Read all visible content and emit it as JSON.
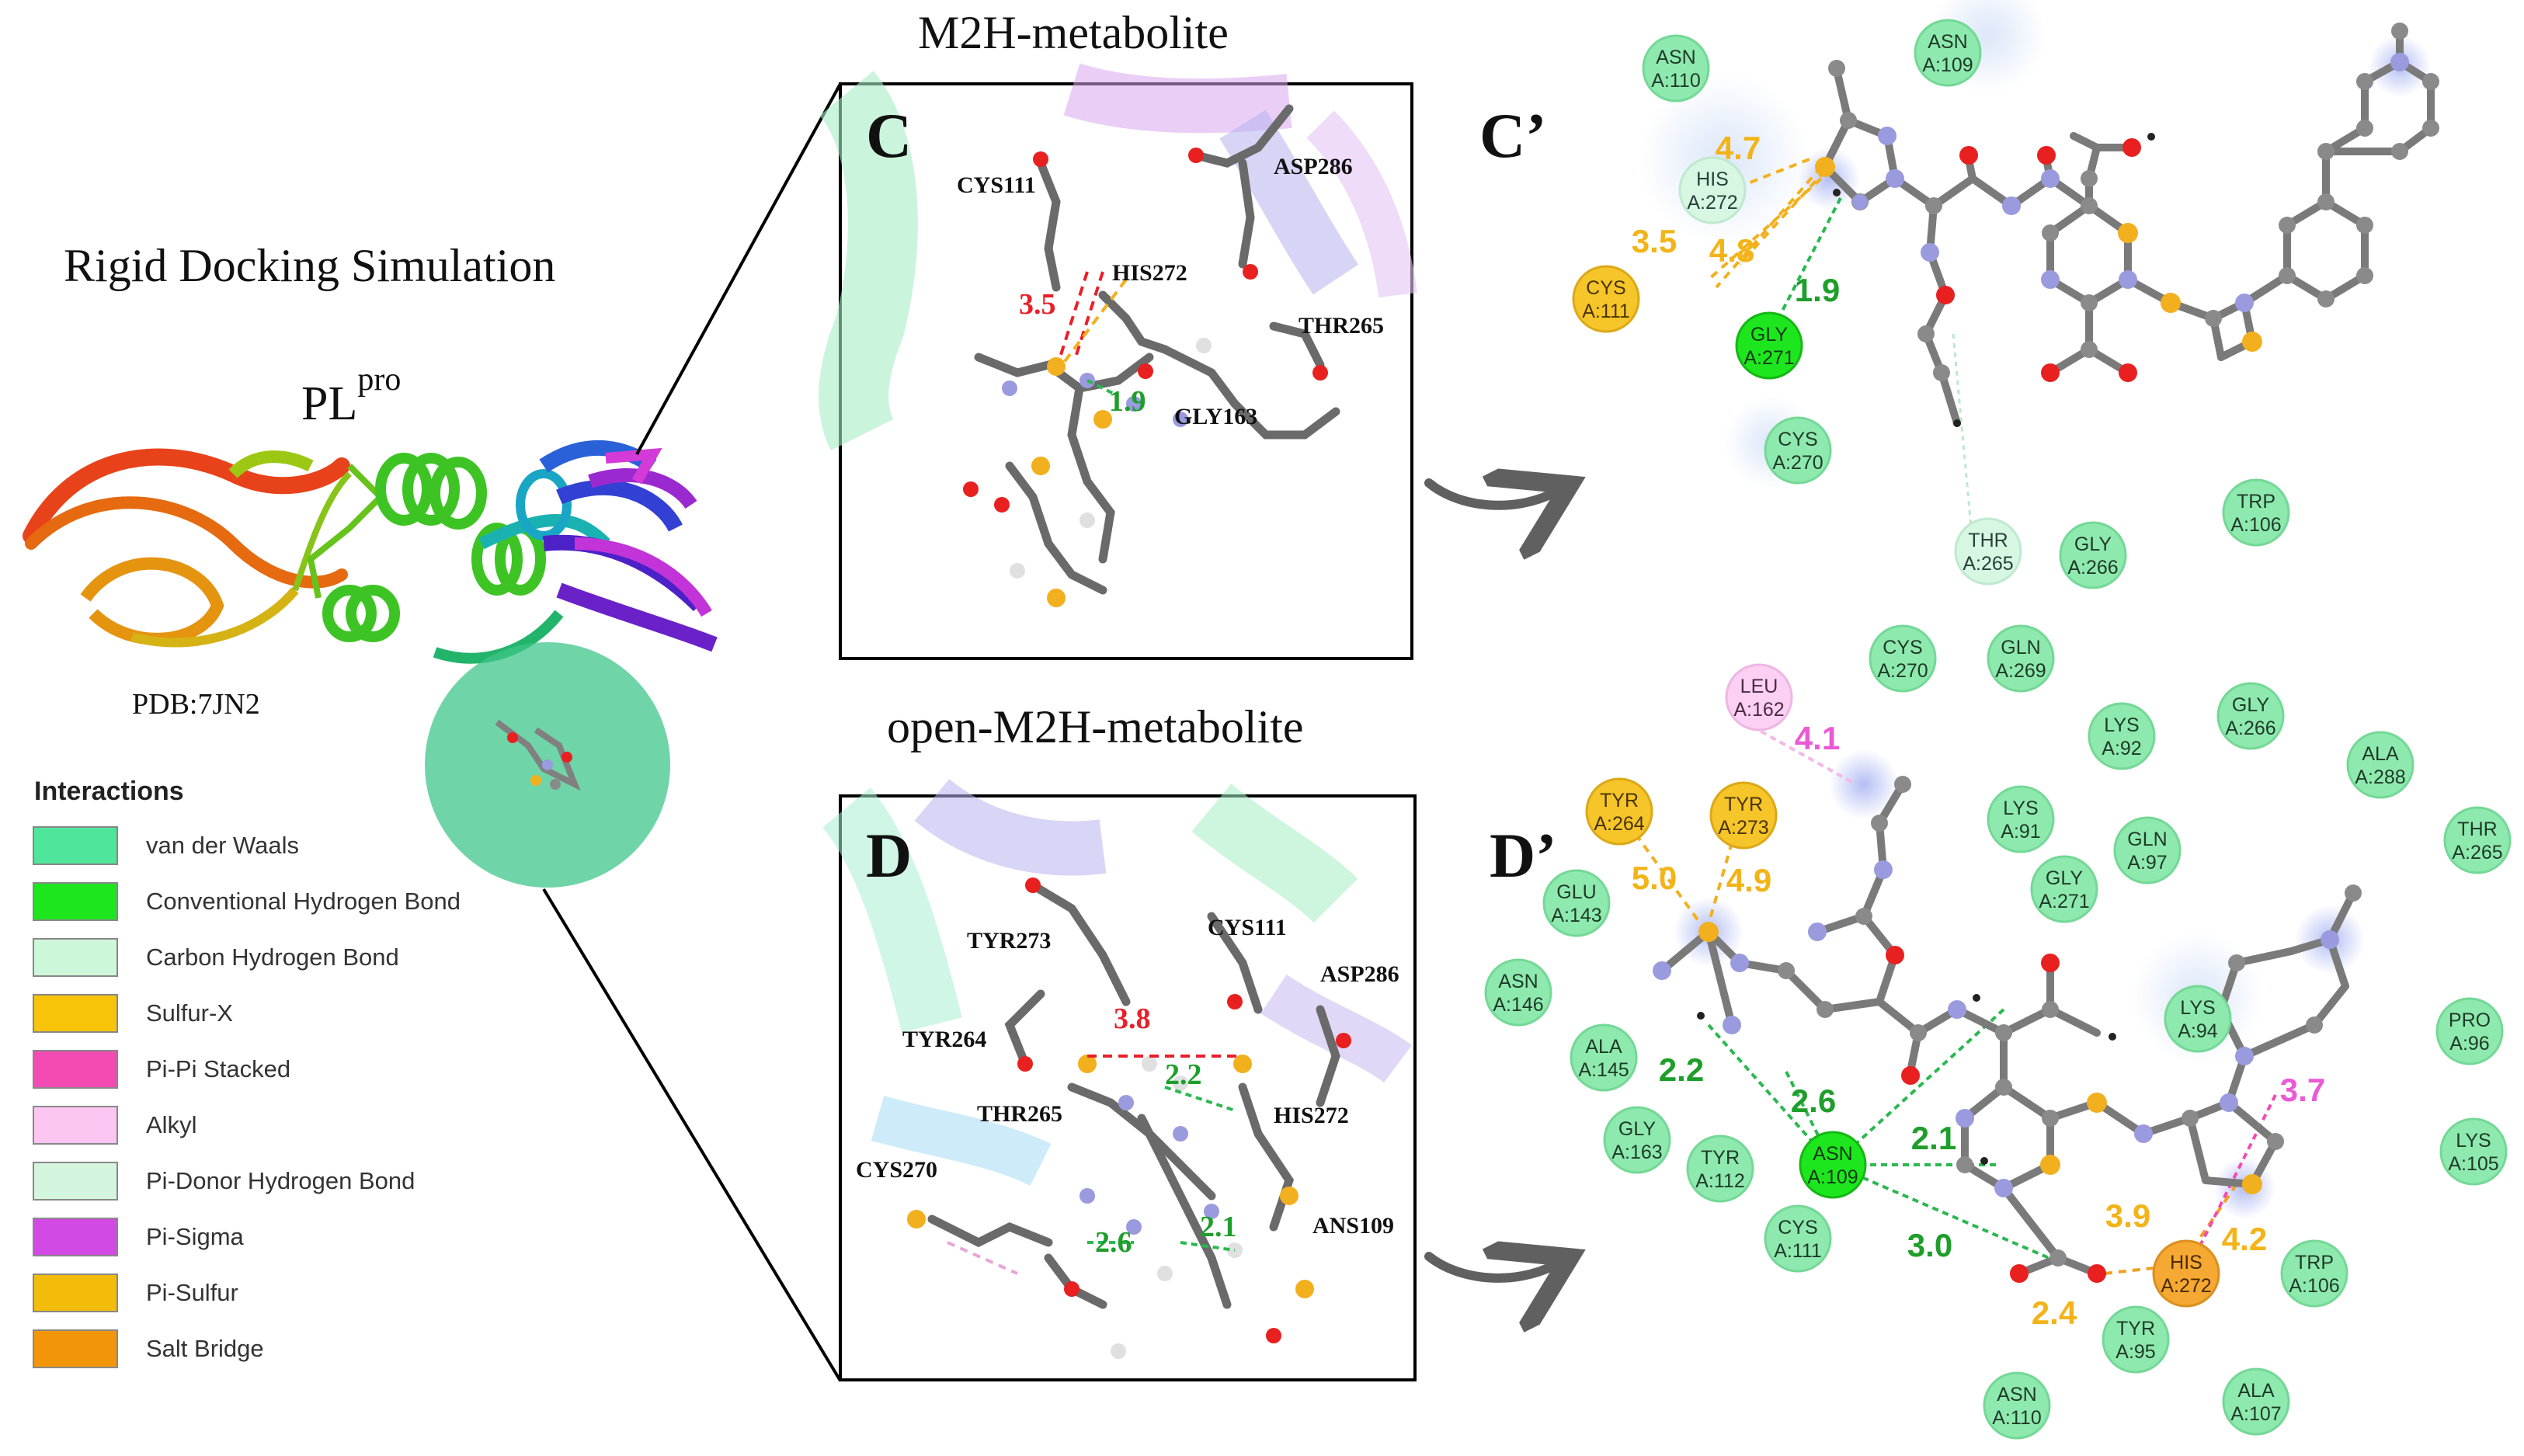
{
  "titles": {
    "rigid": "Rigid Docking Simulation",
    "pl": "PL",
    "pl_sup": "pro",
    "pdb": "PDB:7JN2",
    "m2h": "M2H-metabolite",
    "open": "open-M2H-metabolite"
  },
  "panels": {
    "c": "C",
    "c2": "C’",
    "d": "D",
    "d2": "D’"
  },
  "legend": {
    "title": "Interactions",
    "items": [
      {
        "label": "van der Waals",
        "color": "#4fe59a"
      },
      {
        "label": "Conventional Hydrogen Bond",
        "color": "#1ee61e"
      },
      {
        "label": "Carbon Hydrogen Bond",
        "color": "#cdf7d9"
      },
      {
        "label": "Sulfur-X",
        "color": "#f7c40a"
      },
      {
        "label": "Pi-Pi Stacked",
        "color": "#f24bb3"
      },
      {
        "label": "Alkyl",
        "color": "#fbc6f2"
      },
      {
        "label": "Pi-Donor Hydrogen Bond",
        "color": "#d4f5dd"
      },
      {
        "label": "Pi-Sigma",
        "color": "#d04ae3"
      },
      {
        "label": "Pi-Sulfur",
        "color": "#f3bc0a"
      },
      {
        "label": "Salt Bridge",
        "color": "#f39508"
      }
    ]
  },
  "panel_c_labels": [
    "CYS111",
    "ASP286",
    "HIS272",
    "THR265",
    "GLY163"
  ],
  "panel_c_distances": [
    "3.5",
    "1.9"
  ],
  "panel_d_labels": [
    "TYR273",
    "CYS111",
    "ASP286",
    "TYR264",
    "THR265",
    "HIS272",
    "CYS270",
    "ANS109"
  ],
  "panel_d_distances": [
    "3.8",
    "2.2",
    "2.1",
    "2.6"
  ],
  "c_residues": [
    {
      "name": "ASN",
      "num": "A:110",
      "type": "vdw"
    },
    {
      "name": "ASN",
      "num": "A:109",
      "type": "vdw"
    },
    {
      "name": "HIS",
      "num": "A:272",
      "type": "carbon"
    },
    {
      "name": "CYS",
      "num": "A:111",
      "type": "sulfur"
    },
    {
      "name": "GLY",
      "num": "A:271",
      "type": "hbond"
    },
    {
      "name": "CYS",
      "num": "A:270",
      "type": "vdw"
    },
    {
      "name": "THR",
      "num": "A:265",
      "type": "carbon"
    },
    {
      "name": "GLY",
      "num": "A:266",
      "type": "vdw"
    },
    {
      "name": "TRP",
      "num": "A:106",
      "type": "vdw"
    }
  ],
  "c_distances": [
    "4.7",
    "3.5",
    "4.8",
    "1.9"
  ],
  "d_residues": [
    {
      "name": "LEU",
      "num": "A:162",
      "type": "alkyl"
    },
    {
      "name": "CYS",
      "num": "A:270",
      "type": "vdw"
    },
    {
      "name": "GLN",
      "num": "A:269",
      "type": "vdw"
    },
    {
      "name": "LYS",
      "num": "A:92",
      "type": "vdw"
    },
    {
      "name": "GLY",
      "num": "A:266",
      "type": "vdw"
    },
    {
      "name": "ALA",
      "num": "A:288",
      "type": "vdw"
    },
    {
      "name": "TYR",
      "num": "A:264",
      "type": "sulfur"
    },
    {
      "name": "TYR",
      "num": "A:273",
      "type": "sulfur"
    },
    {
      "name": "LYS",
      "num": "A:91",
      "type": "vdw"
    },
    {
      "name": "GLN",
      "num": "A:97",
      "type": "vdw"
    },
    {
      "name": "THR",
      "num": "A:265",
      "type": "vdw"
    },
    {
      "name": "GLU",
      "num": "A:143",
      "type": "vdw"
    },
    {
      "name": "GLY",
      "num": "A:271",
      "type": "vdw"
    },
    {
      "name": "ASN",
      "num": "A:146",
      "type": "vdw"
    },
    {
      "name": "ALA",
      "num": "A:145",
      "type": "vdw"
    },
    {
      "name": "LYS",
      "num": "A:94",
      "type": "vdw"
    },
    {
      "name": "PRO",
      "num": "A:96",
      "type": "vdw"
    },
    {
      "name": "GLY",
      "num": "A:163",
      "type": "vdw"
    },
    {
      "name": "TYR",
      "num": "A:112",
      "type": "vdw"
    },
    {
      "name": "ASN",
      "num": "A:109",
      "type": "hbond"
    },
    {
      "name": "LYS",
      "num": "A:105",
      "type": "vdw"
    },
    {
      "name": "CYS",
      "num": "A:111",
      "type": "vdw"
    },
    {
      "name": "HIS",
      "num": "A:272",
      "type": "salt"
    },
    {
      "name": "TRP",
      "num": "A:106",
      "type": "vdw"
    },
    {
      "name": "TYR",
      "num": "A:95",
      "type": "vdw"
    },
    {
      "name": "ASN",
      "num": "A:110",
      "type": "vdw"
    },
    {
      "name": "ALA",
      "num": "A:107",
      "type": "vdw"
    }
  ],
  "d_distances": [
    "4.1",
    "5.0",
    "4.9",
    "2.2",
    "2.6",
    "2.1",
    "3.0",
    "3.9",
    "4.2",
    "3.7",
    "2.4"
  ]
}
